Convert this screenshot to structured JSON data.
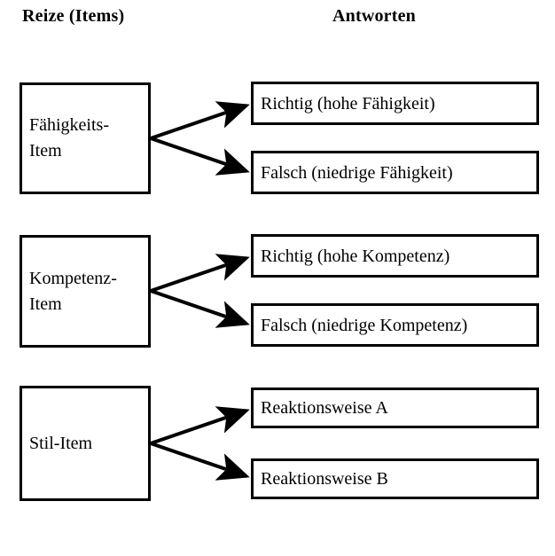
{
  "headers": {
    "left": "Reize (Items)",
    "right": "Antworten"
  },
  "groups": [
    {
      "stimulus": "Fähigkeits-\nItem",
      "responses": [
        "Richtig (hohe Fähigkeit)",
        "Falsch (niedrige Fähigkeit)"
      ]
    },
    {
      "stimulus": "Kompetenz-\nItem",
      "responses": [
        "Richtig (hohe Kompetenz)",
        "Falsch (niedrige Kompetenz)"
      ]
    },
    {
      "stimulus": "Stil-Item",
      "responses": [
        "Reaktionsweise A",
        "Reaktionsweise B"
      ]
    }
  ],
  "style": {
    "line_color": "#000000",
    "box_fill": "#ffffff",
    "background": "#ffffff"
  }
}
